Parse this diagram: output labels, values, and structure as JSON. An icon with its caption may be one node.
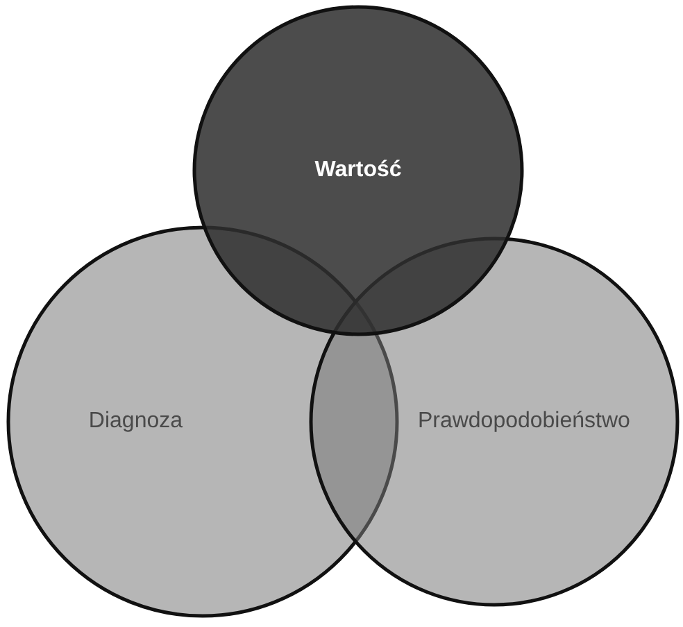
{
  "diagram": {
    "nodes": [
      {
        "text": [
          "Wartość"
        ]
      },
      {
        "text": [
          "Diagnoza"
        ]
      },
      {
        "text": [
          "Prawdopodobieństwo"
        ]
      }
    ]
  }
}
